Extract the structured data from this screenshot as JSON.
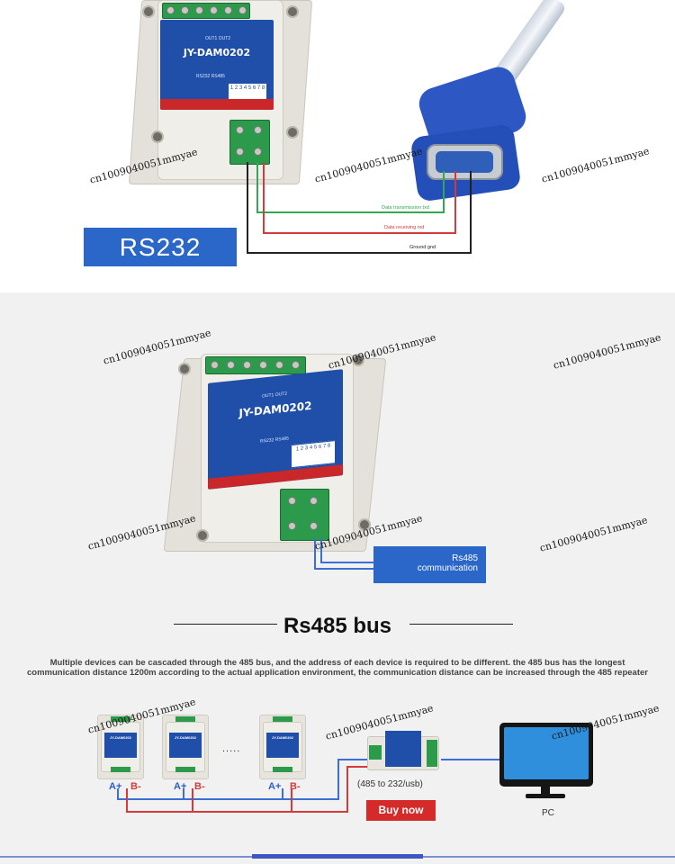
{
  "module_name": "JY-DAM0202",
  "module_info_lines": [
    "1 2 3 4 5 6 7 8",
    "OUT1 OUT2",
    "RS232 RS485"
  ],
  "rs232": {
    "badge": "RS232",
    "wire_labels": {
      "tx": "Data transmission txd",
      "rx": "Data receiving rxd",
      "gnd": "Ground gnd"
    },
    "colors": {
      "tx": "#33a853",
      "rx": "#d33a3a",
      "gnd": "#222222",
      "badge": "#2a67c9"
    }
  },
  "rs485": {
    "box_line1": "Rs485",
    "box_line2": "communication",
    "title": "Rs485 bus",
    "description": "Multiple devices can be cascaded through the 485 bus, and the address of each device is required to be different. the 485 bus has the longest communication distance 1200m according to the actual application environment, the communication distance can be increased through the 485 repeater"
  },
  "bus_diagram": {
    "a_plus": "A+",
    "b_minus": "B-",
    "ellipsis": ".....",
    "converter_label": "(485 to 232/usb)",
    "buy_button": "Buy now",
    "pc_label": "PC"
  },
  "watermark": "cn1009040051mmyae",
  "colors": {
    "accent_blue": "#2a67c9",
    "buy_red": "#d42a2a",
    "wire_blue": "#3b6fd6"
  }
}
